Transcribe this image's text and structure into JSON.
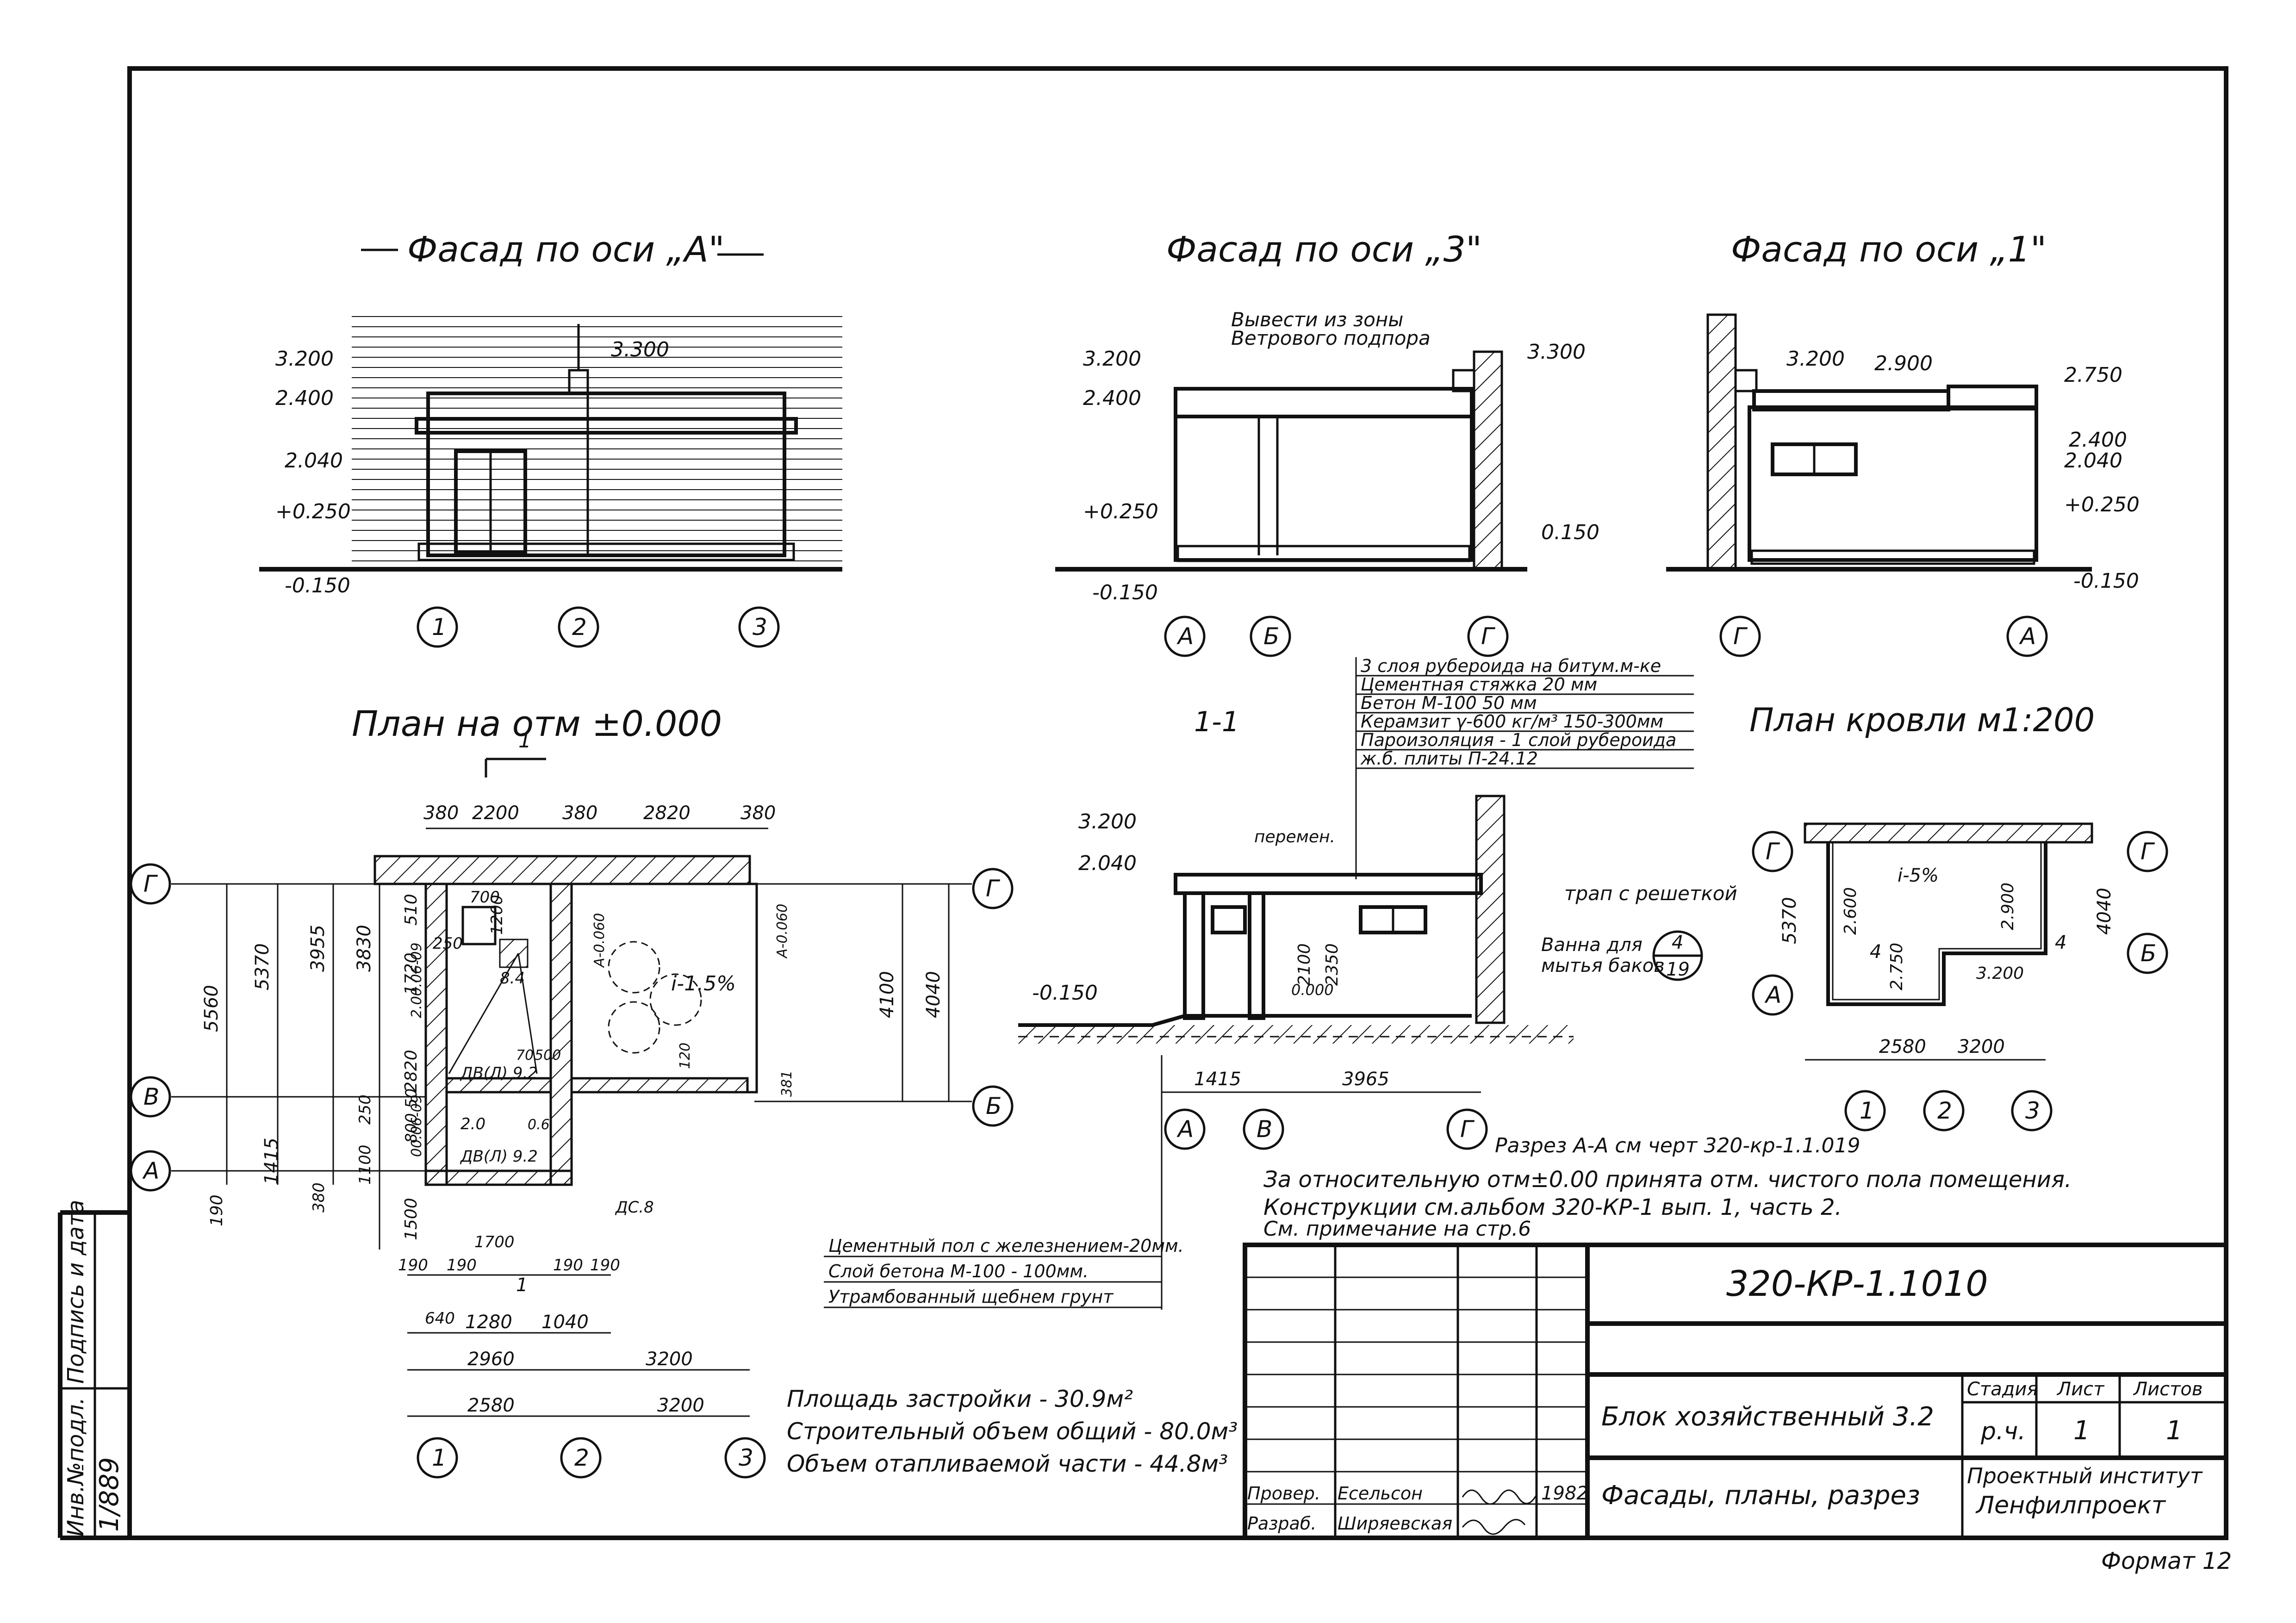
{
  "facade_a": {
    "title": "Фасад по оси „А\"",
    "levels": [
      "3.200",
      "2.400",
      "2.040",
      "+0.250",
      "-0.150"
    ],
    "top_level": "3.300",
    "axes": [
      "1",
      "2",
      "3"
    ]
  },
  "facade_3": {
    "title": "Фасад по оси „3\"",
    "note": [
      "Вывести из зоны",
      "Ветрового подпора"
    ],
    "levels": [
      "3.200",
      "2.400",
      "+0.250",
      "-0.150"
    ],
    "right_levels": [
      "3.300",
      "0.150"
    ],
    "axes": [
      "А",
      "Б",
      "Г"
    ]
  },
  "facade_1": {
    "title": "Фасад по оси „1\"",
    "top_labels": [
      "3.200",
      "2.900"
    ],
    "levels": [
      "2.750",
      "2.400",
      "2.040",
      "+0.250",
      "-0.150"
    ],
    "axes": [
      "Г",
      "А"
    ]
  },
  "plan": {
    "title": "План на отм ±0.000",
    "section_mark": "1",
    "top_dims": [
      "380",
      "2200",
      "380",
      "2820",
      "380"
    ],
    "left_dims": [
      "5560",
      "5370",
      "3955",
      "3830",
      "1720",
      "510",
      "2820",
      "250",
      "1100",
      "380",
      "1415",
      "190",
      "800",
      "50",
      "1500"
    ],
    "right_dims": [
      "4100",
      "4040"
    ],
    "room_labels": [
      "700",
      "1200",
      "250",
      "8.4",
      "70",
      "500",
      "ДВ(Л) 9.2",
      "2.0",
      "0.6",
      "ДВ(Л) 9.2",
      "ДС.8",
      "1700"
    ],
    "side_marks": [
      "2.00.06-09",
      "00.06-09",
      "А-0.060",
      "А-0.060"
    ],
    "slope": "i-1.5%",
    "bottom_dims": [
      "190",
      "190",
      "190",
      "190",
      "1",
      "640",
      "1280",
      "1040",
      "2960",
      "3200",
      "2580",
      "3200"
    ],
    "axes_left": [
      "Г",
      "В",
      "А"
    ],
    "axes_right": [
      "Г",
      "Б"
    ],
    "axes_bottom": [
      "1",
      "2",
      "3"
    ],
    "small_dims": [
      "120",
      "381"
    ]
  },
  "section": {
    "title": "1-1",
    "layers": [
      "3 слоя рубероида на битум.м-ке",
      "Цементная стяжка 20 мм",
      "Бетон М-100 50 мм",
      "Керамзит γ-600 кг/м³ 150-300мм",
      "Пароизоляция - 1 слой рубероида",
      "ж.б. плиты П-24.12"
    ],
    "levels": [
      "3.200",
      "2.040",
      "-0.150"
    ],
    "perem": "перемен.",
    "inner_dims": [
      "2100",
      "2350",
      "0.000"
    ],
    "trap": "трап с решеткой",
    "vanna": [
      "Ванна для",
      "мытья баков"
    ],
    "ref": [
      "4",
      "19"
    ],
    "dims": [
      "1415",
      "3965"
    ],
    "axes": [
      "А",
      "В",
      "Г"
    ],
    "floor": [
      "Цементный пол с железнением-20мм.",
      "Слой бетона М-100 - 100мм.",
      "Утрамбованный щебнем грунт"
    ]
  },
  "roof_plan": {
    "title": "План кровли м1:200",
    "slope": "i-5%",
    "labels": [
      "2.600",
      "4",
      "2.750",
      "2.900",
      "3.200",
      "4",
      "5370",
      "4040"
    ],
    "dims": [
      "2580",
      "3200"
    ],
    "axes_left": [
      "Г",
      "А"
    ],
    "axes_right": [
      "Г",
      "Б"
    ],
    "axes_bottom": [
      "1",
      "2",
      "3"
    ]
  },
  "notes": [
    "Разрез А-А см черт 320-кр-1.1.019",
    "За относительную отм±0.00 принята отм. чистого пола помещения.",
    "Конструкции см.альбом 320-КР-1 вып. 1, часть 2.",
    "См. примечание на стр.6"
  ],
  "stats": [
    "Площадь застройки - 30.9м²",
    "Строительный объем общий - 80.0м³",
    "Объем отапливаемой части - 44.8м³"
  ],
  "stamp": {
    "code": "320-КР-1.1010",
    "name": "Блок хозяйственный 3.2",
    "sheet_title": "Фасады, планы, разрез",
    "headers": [
      "Стадия",
      "Лист",
      "Листов"
    ],
    "stage": "р.ч.",
    "sheet": "1",
    "sheets": "1",
    "org": [
      "Проектный институт",
      "Ленфилпроект"
    ],
    "roles": [
      "Провер.",
      "Разраб."
    ],
    "names": [
      "Есельсон",
      "Ширяевская"
    ],
    "year": "1982"
  },
  "side_stamp": [
    "Инв.№подл.",
    "Подпись и дата",
    "1/889"
  ],
  "format": "Формат 12"
}
